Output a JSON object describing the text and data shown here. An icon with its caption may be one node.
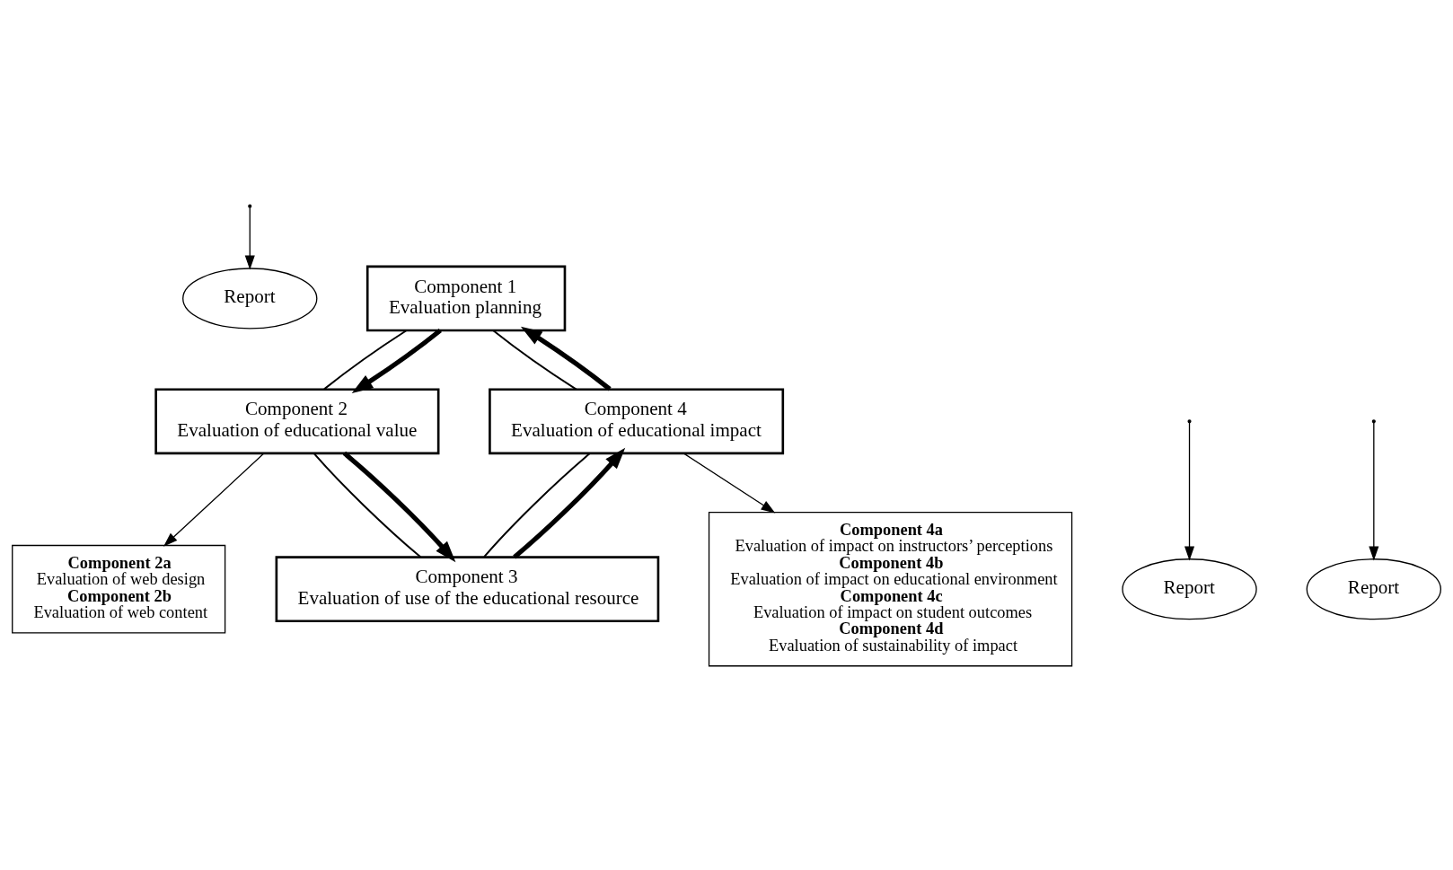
{
  "diagram": {
    "nodes": [
      {
        "text": [
          "Report"
        ]
      },
      {
        "text": [
          "Component 1",
          "Evaluation planning"
        ]
      },
      {
        "text": [
          "Component 4",
          "Evaluation of educational impact"
        ]
      },
      {
        "text": [
          "Component 2",
          "Evaluation of educational value"
        ]
      },
      {
        "text": [
          "Component 4a",
          "Evaluation of impact on instructors’ perceptions",
          "Component 4b",
          "Evaluation of impact on educational environment",
          "Component 4c",
          "Evaluation of impact on student outcomes",
          "Component 4d",
          "Evaluation of sustainability of impact"
        ]
      },
      {
        "text": [
          "Component 2a",
          "Evaluation of web design",
          "Component 2b",
          "Evaluation of web content"
        ]
      },
      {
        "text": [
          "Component 3",
          "Evaluation of use of the educational resource"
        ]
      },
      {
        "text": [
          "Report"
        ]
      },
      {
        "text": [
          "Report"
        ]
      }
    ],
    "edges": [
      {
        "from": 1,
        "to": 3,
        "arrow": "none"
      },
      {
        "from": 3,
        "to": 6,
        "arrow": "none"
      },
      {
        "from": 6,
        "to": 2,
        "arrow": "none"
      },
      {
        "from": 2,
        "to": 1,
        "arrow": "none"
      },
      {
        "from": 2,
        "to": 1,
        "arrow": "to",
        "style": "thick"
      },
      {
        "from": 1,
        "to": 3,
        "arrow": "to",
        "style": "thick"
      },
      {
        "from": 3,
        "to": 6,
        "arrow": "to",
        "style": "thick"
      },
      {
        "from": 6,
        "to": 2,
        "arrow": "to",
        "style": "thick"
      },
      {
        "from": null,
        "to": 0,
        "arrow": "to"
      },
      {
        "from": null,
        "to": 7,
        "arrow": "to"
      },
      {
        "from": null,
        "to": 8,
        "arrow": "to"
      },
      {
        "from": 2,
        "to": 4,
        "arrow": "to"
      },
      {
        "from": 3,
        "to": 5,
        "arrow": "to"
      }
    ]
  }
}
